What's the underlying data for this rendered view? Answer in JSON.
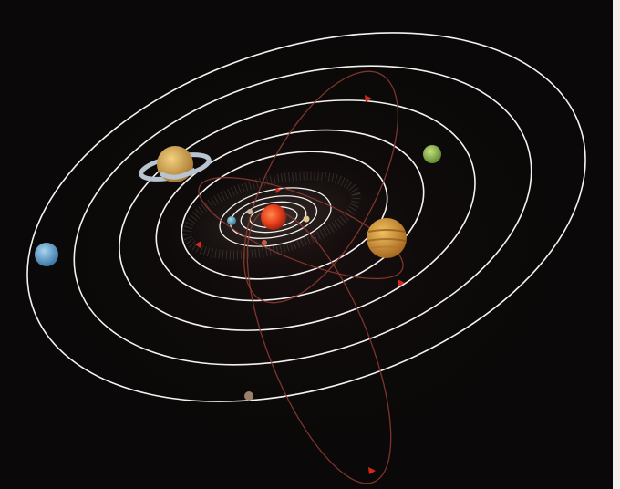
{
  "illustration": {
    "subject": "solar-system-orbits",
    "colors": {
      "page_edge": "#f2f0ec",
      "space": "#0a0808",
      "orbit_line": "#f4f2ee",
      "comet_orbit": "#8a3a30",
      "sun": "#e8401c",
      "comet_marker": "#d8281c"
    },
    "bodies": [
      {
        "name": "sun",
        "color": "#e8401c"
      },
      {
        "name": "mercury",
        "color": "#c8b8a0"
      },
      {
        "name": "venus",
        "color": "#e0c890"
      },
      {
        "name": "earth",
        "color": "#6aa8c0"
      },
      {
        "name": "mars",
        "color": "#c86040"
      },
      {
        "name": "jupiter",
        "color": "#d8a040"
      },
      {
        "name": "saturn",
        "color": "#d8b060"
      },
      {
        "name": "uranus",
        "color": "#98c058"
      },
      {
        "name": "neptune",
        "color": "#78b0d8"
      },
      {
        "name": "pluto",
        "color": "#9a8068"
      }
    ]
  }
}
